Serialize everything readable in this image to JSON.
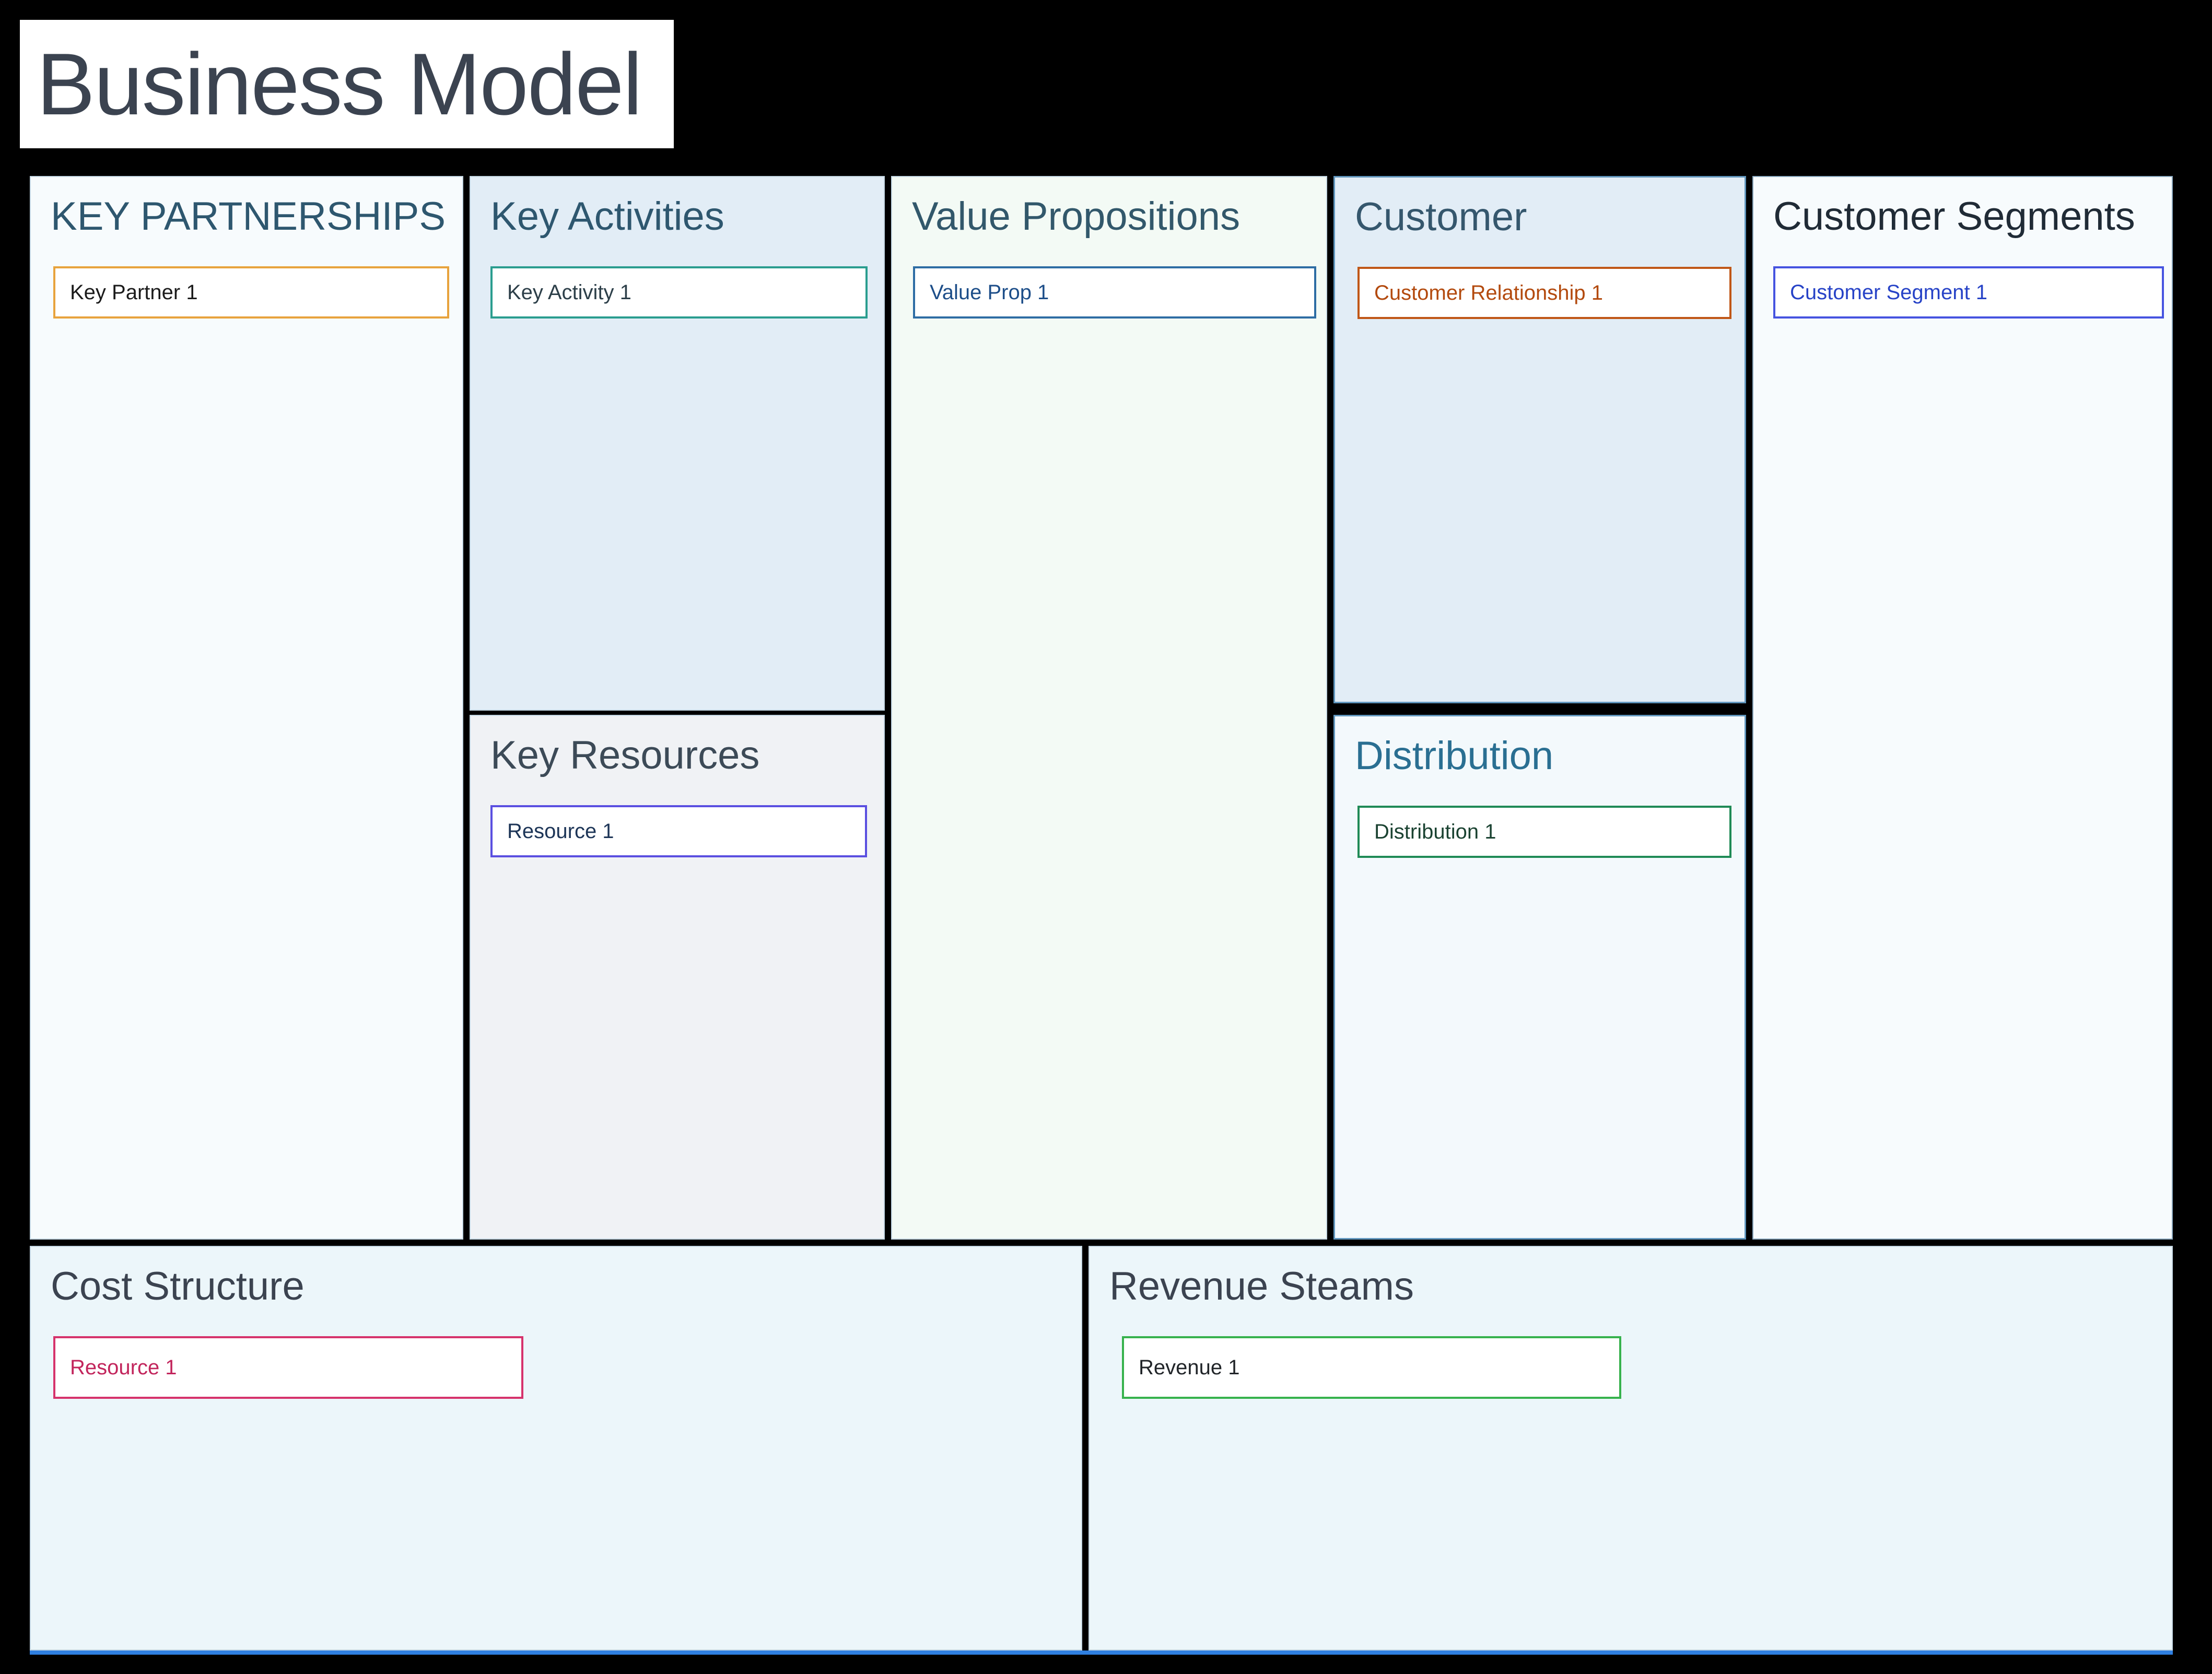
{
  "title": "Business Model",
  "sections": {
    "key_partnerships": {
      "header": "KEY PARTNERSHIPS",
      "cards": [
        {
          "label": "Key Partner 1",
          "border": "#e8a33d",
          "text": "#1b1b1b"
        }
      ]
    },
    "key_activities": {
      "header": "Key Activities",
      "cards": [
        {
          "label": "Key Activity 1",
          "border": "#2a9d8f",
          "text": "#2d3f49"
        }
      ]
    },
    "key_resources": {
      "header": "Key Resources",
      "cards": [
        {
          "label": "Resource 1",
          "border": "#5a4fe0",
          "text": "#1d3557"
        }
      ]
    },
    "value_propositions": {
      "header": "Value Propositions",
      "cards": [
        {
          "label": "Value Prop 1",
          "border": "#2e6da4",
          "text": "#1d4e89"
        }
      ]
    },
    "customer": {
      "header": "Customer",
      "cards": [
        {
          "label": "Customer Relationship 1",
          "border": "#c05717",
          "text": "#b34a0e"
        }
      ]
    },
    "distribution": {
      "header": "Distribution",
      "cards": [
        {
          "label": "Distribution 1",
          "border": "#1f8a56",
          "text": "#1b4332"
        }
      ]
    },
    "customer_segments": {
      "header": "Customer Segments",
      "cards": [
        {
          "label": "Customer Segment 1",
          "border": "#4553e0",
          "text": "#2743c7"
        }
      ]
    },
    "cost_structure": {
      "header": "Cost Structure",
      "cards": [
        {
          "label": "Resource 1",
          "border": "#d6336c",
          "text": "#c2255c"
        }
      ]
    },
    "revenue_streams": {
      "header": "Revenue Steams",
      "cards": [
        {
          "label": "Revenue 1",
          "border": "#37b24d",
          "text": "#212529"
        }
      ]
    }
  },
  "colors": {
    "page_background": "#000000",
    "bottom_accent_line": "#2f7fe0",
    "customer_panel_border": "#6096bd"
  }
}
